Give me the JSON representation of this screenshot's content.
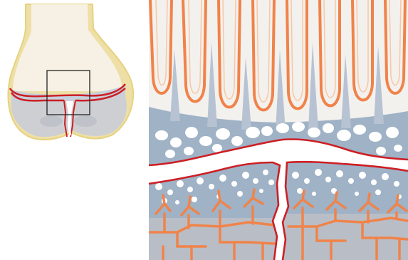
{
  "figure": {
    "panels": [
      {
        "id": "overview",
        "subject": "distal-femur-growth-plate-fracture"
      },
      {
        "id": "detail",
        "subject": "magnified-physis-fracture-line"
      }
    ]
  },
  "colors": {
    "bone_cream": "#f6f1e4",
    "cortex_yellow": "#eedfa6",
    "cortex_outline": "#e6d27f",
    "epiphysis_gray": "#cdcfd3",
    "epiphysis_shadow": "#bfc2c8",
    "cartilage_blue": "#9fb2c6",
    "cartilage_gray": "#b9bec6",
    "vessel_orange": "#f0834a",
    "vessel_pale": "#f8c7a3",
    "fracture_red": "#cc1f24",
    "cell_white": "#ffffff",
    "frame_black": "#222222"
  }
}
